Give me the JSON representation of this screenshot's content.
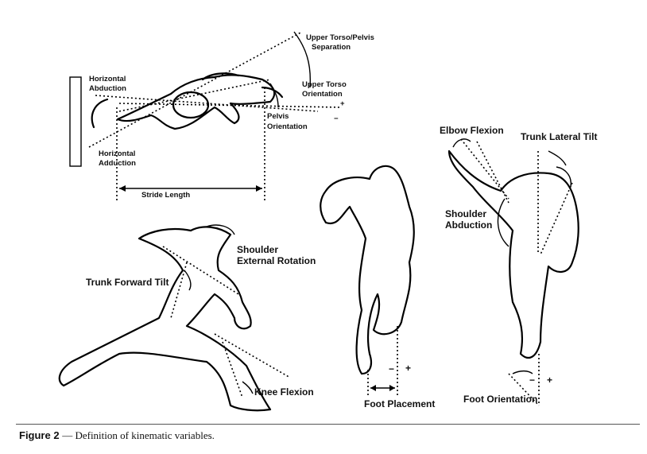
{
  "figure": {
    "labels": {
      "upper_torso_pelvis_separation_1": "Upper Torso/Pelvis",
      "upper_torso_pelvis_separation_2": "Separation",
      "upper_torso_orientation_1": "Upper Torso",
      "upper_torso_orientation_2": "Orientation",
      "pelvis_orientation_1": "Pelvis",
      "pelvis_orientation_2": "Orientation",
      "horizontal_abduction_1": "Horizontal",
      "horizontal_abduction_2": "Abduction",
      "horizontal_adduction_1": "Horizontal",
      "horizontal_adduction_2": "Adduction",
      "stride_length": "Stride Length",
      "plus": "+",
      "minus": "−",
      "elbow_flexion": "Elbow Flexion",
      "trunk_lateral_tilt": "Trunk Lateral Tilt",
      "shoulder_abduction_1": "Shoulder",
      "shoulder_abduction_2": "Abduction",
      "shoulder_external_rotation_1": "Shoulder",
      "shoulder_external_rotation_2": "External Rotation",
      "trunk_forward_tilt": "Trunk Forward Tilt",
      "knee_flexion": "Knee Flexion",
      "foot_placement": "Foot Placement",
      "foot_orientation": "Foot Orientation"
    }
  },
  "caption": {
    "label": "Figure 2",
    "text": "— Definition of kinematic variables."
  }
}
